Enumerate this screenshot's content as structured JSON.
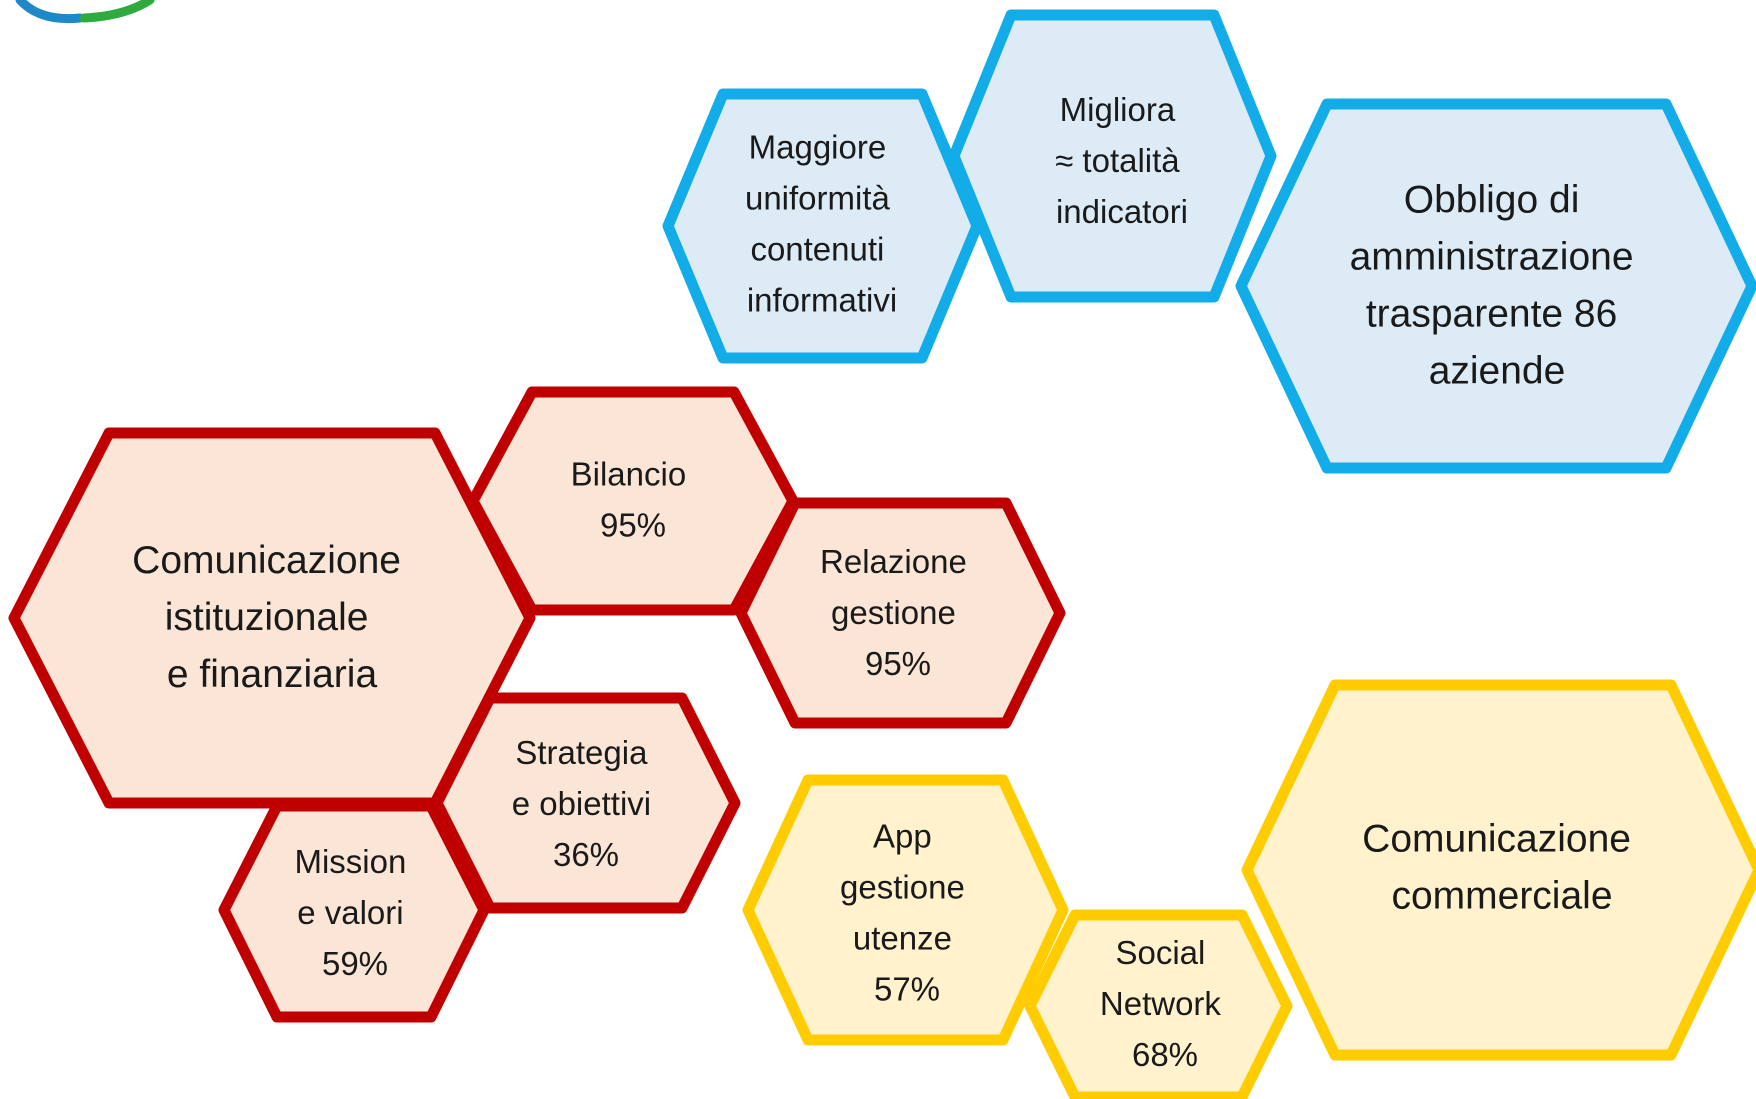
{
  "colors": {
    "blue_stroke": "#12ADE8",
    "blue_fill": "#DDEBF7",
    "red_stroke": "#C00000",
    "red_fill": "#FBE5D6",
    "yellow_stroke": "#FFCC00",
    "yellow_fill": "#FFF2CC",
    "logo_blue": "#1E88C8",
    "logo_green": "#2EAA3E"
  },
  "logo": {
    "name": "logo-mark-partial"
  },
  "groups": {
    "trasparenza": {
      "main": {
        "lines": [
          "Obbligo di",
          "amministrazione",
          "trasparente 86",
          "aziende"
        ]
      },
      "items": [
        {
          "lines": [
            "Maggiore",
            "uniformità",
            "contenuti",
            "informativi"
          ]
        },
        {
          "lines": [
            "Migliora",
            "≈ totalità",
            "indicatori"
          ]
        }
      ]
    },
    "istituzionale": {
      "main": {
        "lines": [
          "Comunicazione",
          "istituzionale",
          "e finanziaria"
        ]
      },
      "items": [
        {
          "lines": [
            "Bilancio",
            "95%"
          ]
        },
        {
          "lines": [
            "Relazione",
            "gestione",
            "95%"
          ]
        },
        {
          "lines": [
            "Strategia",
            "e obiettivi",
            "36%"
          ]
        },
        {
          "lines": [
            "Mission",
            "e valori",
            "59%"
          ]
        }
      ]
    },
    "commerciale": {
      "main": {
        "lines": [
          "Comunicazione",
          "commerciale"
        ]
      },
      "items": [
        {
          "lines": [
            "App",
            "gestione",
            "utenze",
            "57%"
          ]
        },
        {
          "lines": [
            "Social",
            "Network",
            "68%"
          ]
        }
      ]
    }
  }
}
